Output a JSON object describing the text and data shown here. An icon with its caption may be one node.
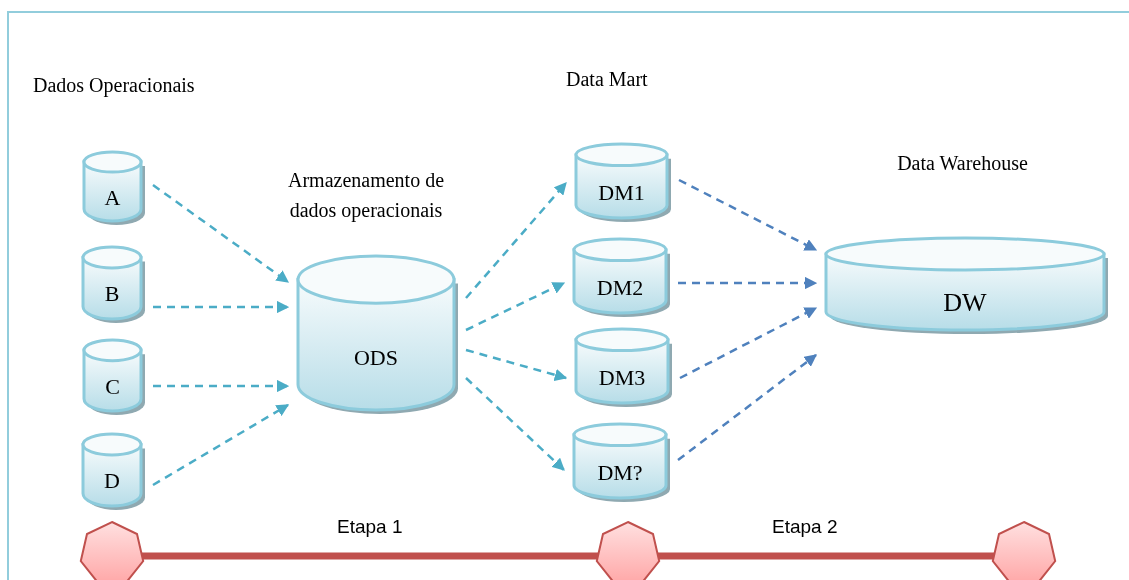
{
  "diagram": {
    "nodes": [
      {
        "text": [
          "A"
        ]
      },
      {
        "text": [
          "B"
        ]
      },
      {
        "text": [
          "C"
        ]
      },
      {
        "text": [
          "D"
        ]
      },
      {
        "text": [
          "ODS"
        ],
        "beside": [
          "Armazenamento de dados operacionais"
        ]
      },
      {
        "text": [
          "DM1"
        ]
      },
      {
        "text": [
          "DM2"
        ]
      },
      {
        "text": [
          "DM3"
        ]
      },
      {
        "text": [
          "DM?"
        ]
      },
      {
        "text": [
          "DW"
        ],
        "beside": [
          "Data Warehouse"
        ]
      },
      {
        "text": [],
        "shape": "heptagon"
      },
      {
        "text": [],
        "shape": "heptagon"
      },
      {
        "text": [],
        "shape": "heptagon"
      }
    ],
    "edges": [
      {
        "from": 0,
        "to": 4,
        "arrow": "to",
        "style": "dashed"
      },
      {
        "from": 1,
        "to": 4,
        "arrow": "to",
        "style": "dashed"
      },
      {
        "from": 2,
        "to": 4,
        "arrow": "to",
        "style": "dashed"
      },
      {
        "from": 3,
        "to": 4,
        "arrow": "to",
        "style": "dashed"
      },
      {
        "from": 4,
        "to": 5,
        "arrow": "to",
        "style": "dashed"
      },
      {
        "from": 4,
        "to": 6,
        "arrow": "to",
        "style": "dashed"
      },
      {
        "from": 4,
        "to": 7,
        "arrow": "to",
        "style": "dashed"
      },
      {
        "from": 4,
        "to": 8,
        "arrow": "to",
        "style": "dashed"
      },
      {
        "from": 5,
        "to": 9,
        "arrow": "to",
        "style": "dashed",
        "color": "#4f81bd"
      },
      {
        "from": 6,
        "to": 9,
        "arrow": "to",
        "style": "dashed",
        "color": "#4f81bd"
      },
      {
        "from": 7,
        "to": 9,
        "arrow": "to",
        "style": "dashed",
        "color": "#4f81bd"
      },
      {
        "from": 8,
        "to": 9,
        "arrow": "to",
        "style": "dashed",
        "color": "#4f81bd"
      },
      {
        "from": 10,
        "to": 11,
        "arrow": "none",
        "style": "thick",
        "color": "#c0504d",
        "label": "Etapa 1"
      },
      {
        "from": 11,
        "to": 12,
        "arrow": "none",
        "style": "thick",
        "color": "#c0504d",
        "label": "Etapa 2"
      }
    ],
    "labels": [
      "Dados Operacionais",
      "Data Mart"
    ]
  }
}
